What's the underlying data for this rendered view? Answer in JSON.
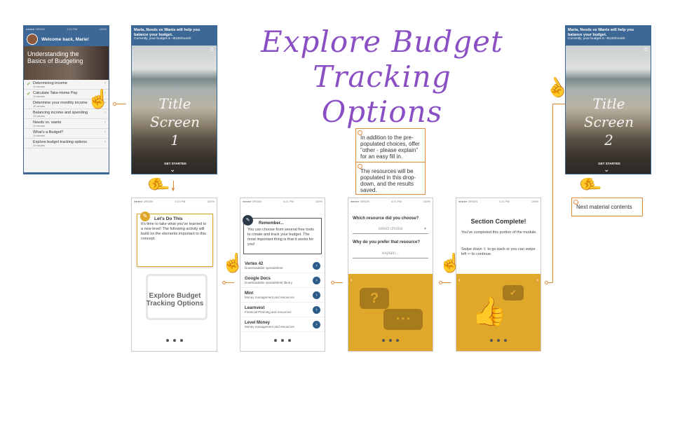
{
  "title": {
    "line1": "Explore Budget",
    "line2": "Tracking Options"
  },
  "status": {
    "carrier": "●●●●● VIRGIN",
    "time": "4:21 PM",
    "battery": "100%"
  },
  "screen1": {
    "welcome": "Welcome back, Marie!",
    "hero": "Understanding the Basics of Budgeting",
    "items": [
      {
        "label": "Determining income",
        "sub": "15 minutes",
        "done": true
      },
      {
        "label": "Calculate Take-Home Pay",
        "sub": "15 minutes",
        "done": true
      },
      {
        "label": "Determine your monthly income",
        "sub": "15 minutes",
        "done": false
      },
      {
        "label": "Balancing income and spending",
        "sub": "15 minutes",
        "done": false
      },
      {
        "label": "Needs vs. wants",
        "sub": "15 minutes",
        "done": false
      },
      {
        "label": "What's a Budget?",
        "sub": "15 minutes",
        "done": false
      },
      {
        "label": "Explore budget tracking options",
        "sub": "15 minutes",
        "done": false
      }
    ]
  },
  "title_screen_1": {
    "header": "Maria, Needs vs Wants will help you balance your budget.",
    "subheader": "Currently, your budget is ~$120/month",
    "script": "Title Screen 1",
    "cta": "GET STARTED"
  },
  "title_screen_2": {
    "header": "Maria, Needs vs Wants will help you balance your budget.",
    "subheader": "Currently, your budget is ~$120/month",
    "script": "Title Screen 2",
    "cta": "GET STARTED"
  },
  "lets_do_this": {
    "heading": "Let's Do This",
    "body": "It's time to take what you've learned to a new level! The following activity will build on the elements important to this concept.",
    "bg_title": "Explore Budget Tracking Options"
  },
  "remember": {
    "heading": "Remember...",
    "body": "You can choose from several free tools to create and track your budget. The most important thing is that it works for you!",
    "resources": [
      {
        "name": "Vertex 42",
        "desc": "Downloadable spreadsheet"
      },
      {
        "name": "Google Docs",
        "desc": "Downloadable spreadsheet library"
      },
      {
        "name": "Mint",
        "desc": "Money management and resources"
      },
      {
        "name": "Learnvest",
        "desc": "Financial Planning and resources"
      },
      {
        "name": "Level Money",
        "desc": "Money management and resources"
      }
    ]
  },
  "question": {
    "q1": "Which resource did you choose?",
    "select": "select choice",
    "q2": "Why do you prefer that resource?",
    "explain": "explain..."
  },
  "complete": {
    "heading": "Section Complete!",
    "line1": "You've completed this portion of the module.",
    "line2": "Swipe down ⇩ to go back or you can swipe left ⇦ to continue."
  },
  "notes": {
    "n1": "In addition to the pre-populated choices, offer \"other - please explain\" for an easy fill in.",
    "n2": "The resources will be populated in this drop-down, and the results saved.",
    "n3": "Next material contents"
  },
  "colors": {
    "accent": "#e08a3c",
    "title": "#8b4fc4",
    "blue": "#3d6794",
    "gold": "#e0a82a"
  }
}
